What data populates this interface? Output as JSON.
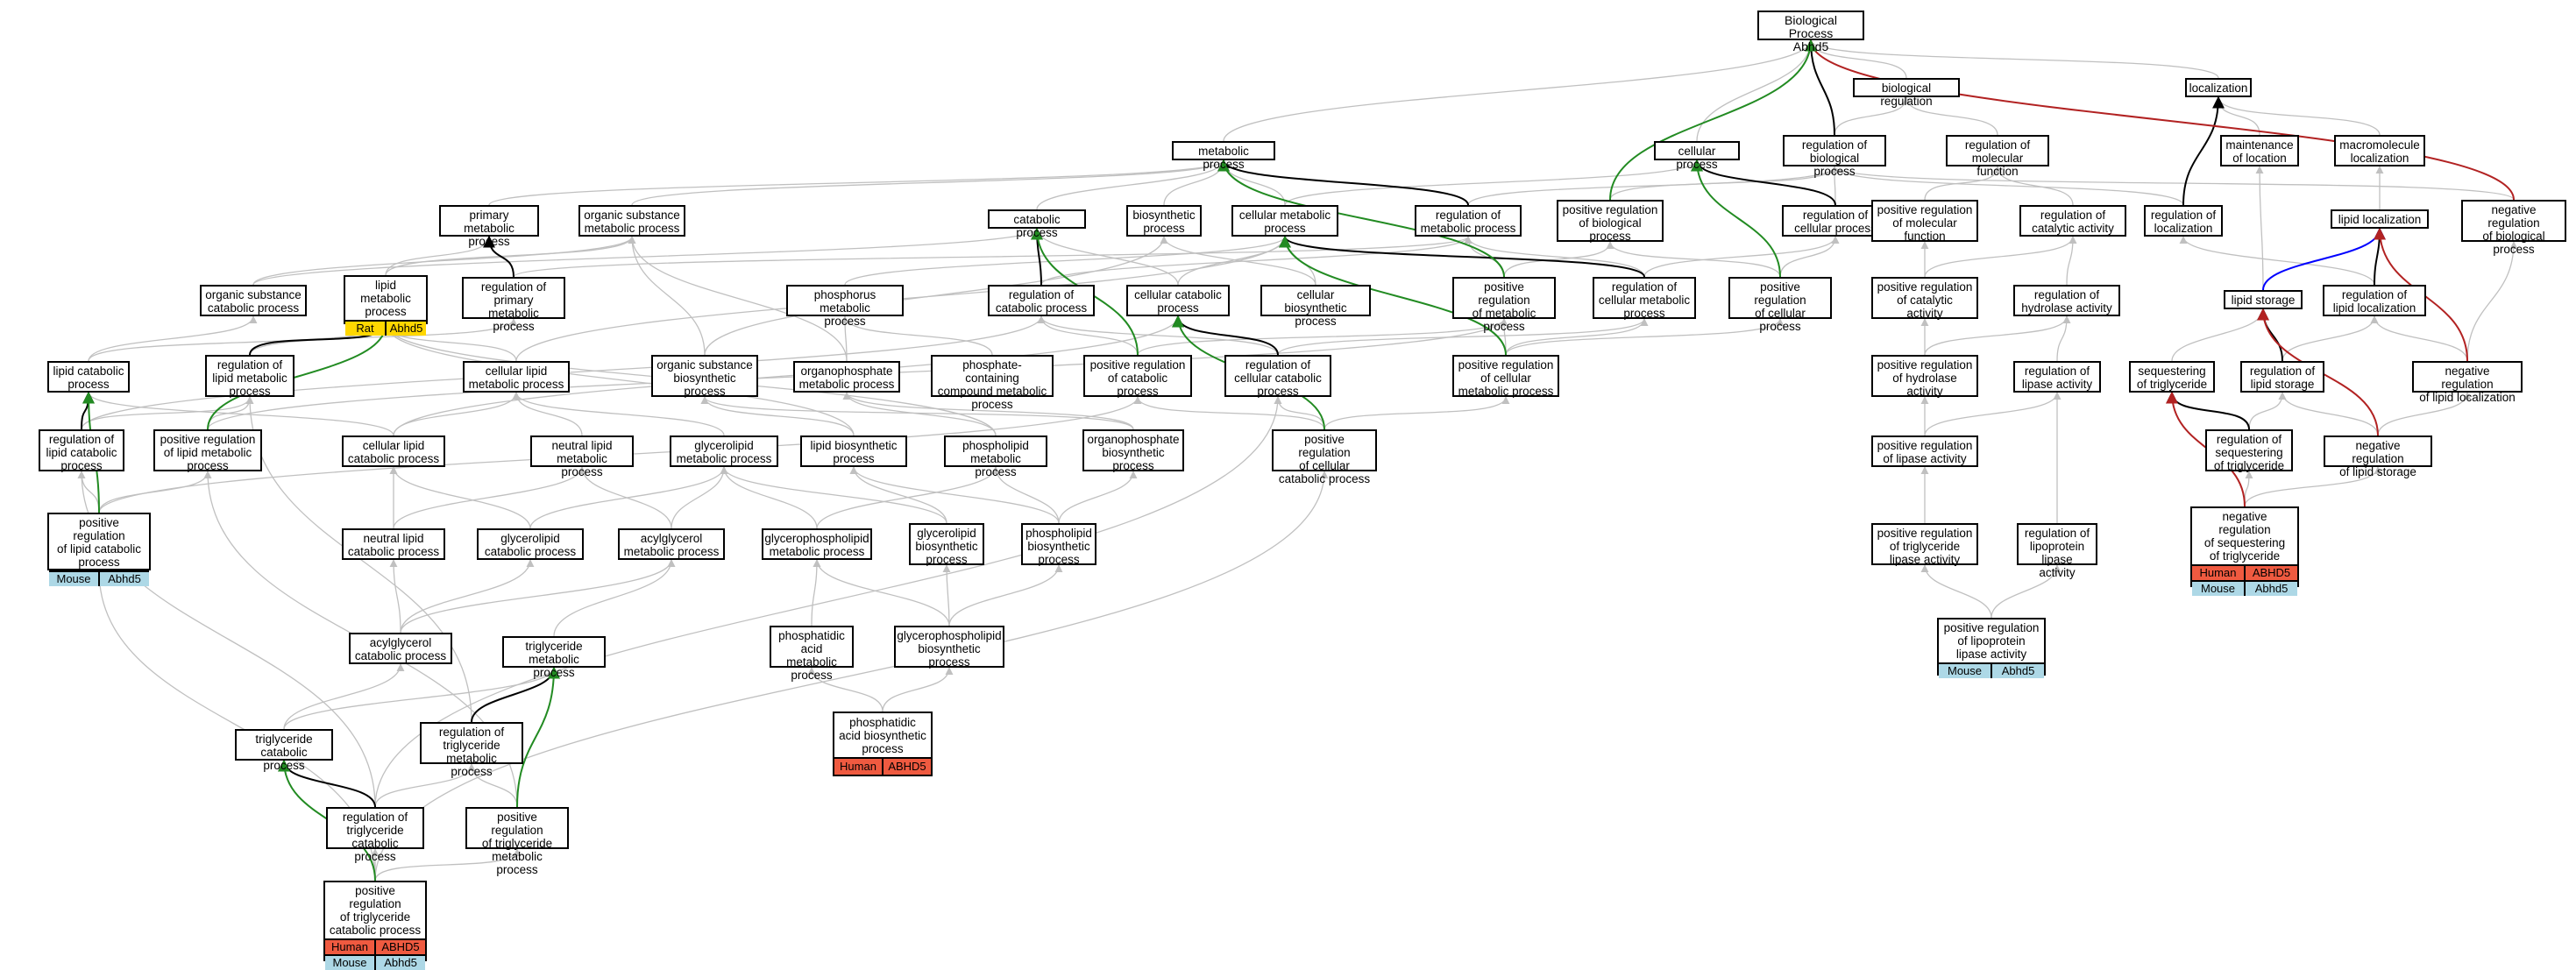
{
  "title": "Biological Process",
  "subtitle": "Abhd5",
  "colors": {
    "Human": "#ef5a40",
    "Mouse": "#add8e6",
    "Rat": "#ffd700",
    "edge_default": "#c0c0c0",
    "edge_positive": "#228b22",
    "edge_negative": "#b22222",
    "edge_part": "#000000",
    "edge_blue": "#0000ff"
  },
  "nodes": [
    {
      "id": "root",
      "label": "Biological Process\nAbhd5"
    },
    {
      "id": "bioreg",
      "label": "biological regulation"
    },
    {
      "id": "loc",
      "label": "localization"
    },
    {
      "id": "metab",
      "label": "metabolic process"
    },
    {
      "id": "cellproc",
      "label": "cellular process"
    },
    {
      "id": "regbio",
      "label": "regulation of\nbiological process"
    },
    {
      "id": "regmolfun",
      "label": "regulation of\nmolecular function"
    },
    {
      "id": "maintloc",
      "label": "maintenance\nof location"
    },
    {
      "id": "macroloc",
      "label": "macromolecule\nlocalization"
    },
    {
      "id": "primmet",
      "label": "primary metabolic\nprocess"
    },
    {
      "id": "orgsubmet",
      "label": "organic substance\nmetabolic process"
    },
    {
      "id": "catab",
      "label": "catabolic process"
    },
    {
      "id": "biosyn",
      "label": "biosynthetic\nprocess"
    },
    {
      "id": "cellmet",
      "label": "cellular metabolic\nprocess"
    },
    {
      "id": "regmet",
      "label": "regulation of\nmetabolic process"
    },
    {
      "id": "posregbio",
      "label": "positive regulation\nof biological\nprocess"
    },
    {
      "id": "regcell",
      "label": "regulation of\ncellular process"
    },
    {
      "id": "posregmolfun",
      "label": "positive regulation\nof molecular\nfunction"
    },
    {
      "id": "regcatact",
      "label": "regulation of\ncatalytic activity"
    },
    {
      "id": "regloc",
      "label": "regulation of\nlocalization"
    },
    {
      "id": "lipidloc",
      "label": "lipid localization"
    },
    {
      "id": "negregbio",
      "label": "negative regulation\nof biological\nprocess"
    },
    {
      "id": "orgsubcat",
      "label": "organic substance\ncatabolic process"
    },
    {
      "id": "lipidmet",
      "label": "lipid metabolic\nprocess",
      "ann": [
        [
          "Rat",
          "Abhd5"
        ]
      ]
    },
    {
      "id": "regprimmet",
      "label": "regulation of\nprimary metabolic\nprocess"
    },
    {
      "id": "phosphmet",
      "label": "phosphorus metabolic\nprocess"
    },
    {
      "id": "regcatab",
      "label": "regulation of\ncatabolic process"
    },
    {
      "id": "cellcat",
      "label": "cellular catabolic\nprocess"
    },
    {
      "id": "cellbiosyn",
      "label": "cellular biosynthetic\nprocess"
    },
    {
      "id": "posregmet",
      "label": "positive regulation\nof metabolic\nprocess"
    },
    {
      "id": "regcellmet",
      "label": "regulation of\ncellular metabolic\nprocess"
    },
    {
      "id": "posregcell",
      "label": "positive regulation\nof cellular\nprocess"
    },
    {
      "id": "posregcatact",
      "label": "positive regulation\nof catalytic\nactivity"
    },
    {
      "id": "reghydact",
      "label": "regulation of\nhydrolase activity"
    },
    {
      "id": "lipidstor",
      "label": "lipid storage"
    },
    {
      "id": "reglipidloc",
      "label": "regulation of\nlipid localization"
    },
    {
      "id": "lipidcat",
      "label": "lipid catabolic\nprocess"
    },
    {
      "id": "reglipidmet",
      "label": "regulation of\nlipid metabolic\nprocess"
    },
    {
      "id": "celllipidmet",
      "label": "cellular lipid\nmetabolic process"
    },
    {
      "id": "orgsubbiosyn",
      "label": "organic substance\nbiosynthetic\nprocess"
    },
    {
      "id": "orgphosmet",
      "label": "organophosphate\nmetabolic process"
    },
    {
      "id": "phoscontmet",
      "label": "phosphate-containing\ncompound metabolic\nprocess"
    },
    {
      "id": "posregcatab",
      "label": "positive regulation\nof catabolic\nprocess"
    },
    {
      "id": "regcellcat",
      "label": "regulation of\ncellular catabolic\nprocess"
    },
    {
      "id": "posregcellmet",
      "label": "positive regulation\nof cellular\nmetabolic process"
    },
    {
      "id": "posreghydact",
      "label": "positive regulation\nof hydrolase\nactivity"
    },
    {
      "id": "reglipaseact",
      "label": "regulation of\nlipase activity"
    },
    {
      "id": "seqtri",
      "label": "sequestering\nof triglyceride"
    },
    {
      "id": "reglipidstor",
      "label": "regulation of\nlipid storage"
    },
    {
      "id": "negreglipidloc",
      "label": "negative regulation\nof lipid localization"
    },
    {
      "id": "regliptcat",
      "label": "regulation of\nlipid catabolic\nprocess"
    },
    {
      "id": "posreglipidmet",
      "label": "positive regulation\nof lipid metabolic\nprocess"
    },
    {
      "id": "celllipidcat",
      "label": "cellular lipid\ncatabolic process"
    },
    {
      "id": "neutlipidmet",
      "label": "neutral lipid\nmetabolic process"
    },
    {
      "id": "glyclipmet",
      "label": "glycerolipid\nmetabolic process"
    },
    {
      "id": "lipidbiosyn",
      "label": "lipid biosynthetic\nprocess"
    },
    {
      "id": "phoslipmet",
      "label": "phospholipid\nmetabolic process"
    },
    {
      "id": "orgphosbiosyn",
      "label": "organophosphate\nbiosynthetic\nprocess"
    },
    {
      "id": "posregcellcat",
      "label": "positive regulation\nof cellular\ncatabolic process"
    },
    {
      "id": "posreglipaseact",
      "label": "positive regulation\nof lipase activity"
    },
    {
      "id": "regseqtri",
      "label": "regulation of\nsequestering\nof triglyceride"
    },
    {
      "id": "negreglipidstor",
      "label": "negative regulation\nof lipid storage"
    },
    {
      "id": "posreglipcat",
      "label": "positive regulation\nof lipid catabolic\nprocess",
      "ann": [
        [
          "Mouse",
          "Abhd5"
        ]
      ]
    },
    {
      "id": "neutlipcat",
      "label": "neutral lipid\ncatabolic process"
    },
    {
      "id": "glyclipcat",
      "label": "glycerolipid\ncatabolic process"
    },
    {
      "id": "acylglymet",
      "label": "acylglycerol\nmetabolic process"
    },
    {
      "id": "glycphosmet",
      "label": "glycerophospholipid\nmetabolic process"
    },
    {
      "id": "glyclipbiosyn",
      "label": "glycerolipid\nbiosynthetic\nprocess"
    },
    {
      "id": "phoslipbiosyn",
      "label": "phospholipid\nbiosynthetic\nprocess"
    },
    {
      "id": "negregseqtri",
      "label": "negative regulation\nof sequestering\nof triglyceride",
      "ann": [
        [
          "Human",
          "ABHD5"
        ],
        [
          "Mouse",
          "Abhd5"
        ]
      ]
    },
    {
      "id": "posregtrilipase",
      "label": "positive regulation\nof triglyceride\nlipase activity"
    },
    {
      "id": "reglipolipase",
      "label": "regulation of\nlipoprotein\nlipase activity"
    },
    {
      "id": "acylglycat",
      "label": "acylglycerol\ncatabolic process"
    },
    {
      "id": "trimet",
      "label": "triglyceride\nmetabolic process"
    },
    {
      "id": "phosacidmet",
      "label": "phosphatidic\nacid metabolic\nprocess"
    },
    {
      "id": "glycphosbiosyn",
      "label": "glycerophospholipid\nbiosynthetic\nprocess"
    },
    {
      "id": "posreglipolipase",
      "label": "positive regulation\nof lipoprotein\nlipase activity",
      "ann": [
        [
          "Mouse",
          "Abhd5"
        ]
      ]
    },
    {
      "id": "phosacidbiosyn",
      "label": "phosphatidic\nacid biosynthetic\nprocess",
      "ann": [
        [
          "Human",
          "ABHD5"
        ]
      ]
    },
    {
      "id": "tricat",
      "label": "triglyceride\ncatabolic process"
    },
    {
      "id": "regtrimet",
      "label": "regulation of\ntriglyceride\nmetabolic process"
    },
    {
      "id": "regtricat",
      "label": "regulation of\ntriglyceride\ncatabolic process"
    },
    {
      "id": "posregtrimet",
      "label": "positive regulation\nof triglyceride\nmetabolic process"
    },
    {
      "id": "posregtricat",
      "label": "positive regulation\nof triglyceride\ncatabolic process",
      "ann": [
        [
          "Human",
          "ABHD5"
        ],
        [
          "Mouse",
          "Abhd5"
        ]
      ]
    }
  ],
  "edges": [
    [
      "bioreg",
      "root",
      "is_a"
    ],
    [
      "loc",
      "root",
      "is_a"
    ],
    [
      "metab",
      "root",
      "is_a"
    ],
    [
      "cellproc",
      "root",
      "is_a"
    ],
    [
      "regbio",
      "root",
      "part_of"
    ],
    [
      "posregbio",
      "root",
      "positively_regulates"
    ],
    [
      "negregbio",
      "root",
      "negatively_regulates"
    ],
    [
      "regbio",
      "bioreg",
      "is_a"
    ],
    [
      "regmolfun",
      "bioreg",
      "is_a"
    ],
    [
      "maintloc",
      "loc",
      "is_a"
    ],
    [
      "macroloc",
      "loc",
      "is_a"
    ],
    [
      "regloc",
      "loc",
      "part_of"
    ],
    [
      "primmet",
      "metab",
      "is_a"
    ],
    [
      "orgsubmet",
      "metab",
      "is_a"
    ],
    [
      "catab",
      "metab",
      "is_a"
    ],
    [
      "biosyn",
      "metab",
      "is_a"
    ],
    [
      "cellmet",
      "metab",
      "is_a"
    ],
    [
      "regmet",
      "metab",
      "part_of"
    ],
    [
      "posregmet",
      "metab",
      "positively_regulates"
    ],
    [
      "cellmet",
      "cellproc",
      "is_a"
    ],
    [
      "regcell",
      "cellproc",
      "part_of"
    ],
    [
      "posregcell",
      "cellproc",
      "positively_regulates"
    ],
    [
      "regmet",
      "regbio",
      "is_a"
    ],
    [
      "regcell",
      "regbio",
      "is_a"
    ],
    [
      "posregbio",
      "regbio",
      "is_a"
    ],
    [
      "regloc",
      "regbio",
      "is_a"
    ],
    [
      "negregbio",
      "regbio",
      "is_a"
    ],
    [
      "posregmolfun",
      "regmolfun",
      "is_a"
    ],
    [
      "regcatact",
      "regmolfun",
      "is_a"
    ],
    [
      "lipidloc",
      "macroloc",
      "is_a"
    ],
    [
      "lipidstor",
      "maintloc",
      "is_a"
    ],
    [
      "regprimmet",
      "primmet",
      "part_of"
    ],
    [
      "lipidmet",
      "primmet",
      "is_a"
    ],
    [
      "lipidmet",
      "orgsubmet",
      "is_a"
    ],
    [
      "orgsubcat",
      "orgsubmet",
      "is_a"
    ],
    [
      "orgsubcat",
      "catab",
      "is_a"
    ],
    [
      "regcatab",
      "catab",
      "part_of"
    ],
    [
      "posregcatab",
      "catab",
      "positively_regulates"
    ],
    [
      "cellcat",
      "cellmet",
      "is_a"
    ],
    [
      "cellcat",
      "catab",
      "is_a"
    ],
    [
      "cellbiosyn",
      "cellmet",
      "is_a"
    ],
    [
      "cellbiosyn",
      "biosyn",
      "is_a"
    ],
    [
      "regcellmet",
      "cellmet",
      "part_of"
    ],
    [
      "posregcellmet",
      "cellmet",
      "positively_regulates"
    ],
    [
      "regprimmet",
      "regmet",
      "is_a"
    ],
    [
      "regcatab",
      "regmet",
      "is_a"
    ],
    [
      "posregmet",
      "regmet",
      "is_a"
    ],
    [
      "regcellmet",
      "regmet",
      "is_a"
    ],
    [
      "regcellmet",
      "regcell",
      "is_a"
    ],
    [
      "posregmet",
      "posregbio",
      "is_a"
    ],
    [
      "posregcell",
      "posregbio",
      "is_a"
    ],
    [
      "posregcell",
      "regcell",
      "is_a"
    ],
    [
      "posregcellmet",
      "posregcell",
      "is_a"
    ],
    [
      "posregcatact",
      "posregmolfun",
      "is_a"
    ],
    [
      "posregcatact",
      "regcatact",
      "is_a"
    ],
    [
      "reghydact",
      "regcatact",
      "is_a"
    ],
    [
      "posreghydact",
      "posregcatact",
      "is_a"
    ],
    [
      "posreghydact",
      "reghydact",
      "is_a"
    ],
    [
      "reglipaseact",
      "reghydact",
      "is_a"
    ],
    [
      "posreglipaseact",
      "posreghydact",
      "is_a"
    ],
    [
      "posreglipaseact",
      "reglipaseact",
      "is_a"
    ],
    [
      "posregtrilipase",
      "posreglipaseact",
      "is_a"
    ],
    [
      "reglipolipase",
      "reglipaseact",
      "is_a"
    ],
    [
      "posreglipolipase",
      "posregtrilipase",
      "is_a"
    ],
    [
      "posreglipolipase",
      "reglipolipase",
      "is_a"
    ],
    [
      "lipidstor",
      "lipidloc",
      "negatively_regulates_blue"
    ],
    [
      "reglipidloc",
      "lipidloc",
      "part_of"
    ],
    [
      "negreglipidloc",
      "lipidloc",
      "negatively_regulates"
    ],
    [
      "reglipidloc",
      "regloc",
      "is_a"
    ],
    [
      "negreglipidloc",
      "reglipidloc",
      "is_a"
    ],
    [
      "negreglipidloc",
      "negregbio",
      "is_a"
    ],
    [
      "reglipidstor",
      "lipidstor",
      "part_of"
    ],
    [
      "negreglipidstor",
      "lipidstor",
      "negatively_regulates"
    ],
    [
      "seqtri",
      "lipidstor",
      "is_a"
    ],
    [
      "reglipidstor",
      "reglipidloc",
      "is_a"
    ],
    [
      "negreglipidstor",
      "reglipidstor",
      "is_a"
    ],
    [
      "negreglipidstor",
      "negreglipidloc",
      "is_a"
    ],
    [
      "regseqtri",
      "seqtri",
      "part_of"
    ],
    [
      "negregseqtri",
      "seqtri",
      "negatively_regulates"
    ],
    [
      "regseqtri",
      "reglipidstor",
      "is_a"
    ],
    [
      "negregseqtri",
      "regseqtri",
      "is_a"
    ],
    [
      "negregseqtri",
      "negreglipidstor",
      "is_a"
    ],
    [
      "lipidcat",
      "lipidmet",
      "is_a"
    ],
    [
      "lipidcat",
      "orgsubcat",
      "is_a"
    ],
    [
      "reglipidmet",
      "lipidmet",
      "part_of"
    ],
    [
      "posreglipidmet",
      "lipidmet",
      "positively_regulates"
    ],
    [
      "celllipidmet",
      "lipidmet",
      "is_a"
    ],
    [
      "celllipidmet",
      "cellmet",
      "is_a"
    ],
    [
      "reglipidmet",
      "regprimmet",
      "is_a"
    ],
    [
      "phosphmet",
      "cellmet",
      "is_a"
    ],
    [
      "phoscontmet",
      "phosphmet",
      "is_a"
    ],
    [
      "orgphosmet",
      "phosphmet",
      "is_a"
    ],
    [
      "orgphosmet",
      "orgsubmet",
      "is_a"
    ],
    [
      "orgsubbiosyn",
      "orgsubmet",
      "is_a"
    ],
    [
      "orgsubbiosyn",
      "biosyn",
      "is_a"
    ],
    [
      "posregcatab",
      "regcatab",
      "is_a"
    ],
    [
      "posregcatab",
      "posregmet",
      "is_a"
    ],
    [
      "regcellcat",
      "regcatab",
      "is_a"
    ],
    [
      "regcellcat",
      "cellcat",
      "part_of"
    ],
    [
      "regcellcat",
      "regcellmet",
      "is_a"
    ],
    [
      "posregcellcat",
      "cellcat",
      "positively_regulates"
    ],
    [
      "posregcellcat",
      "regcellcat",
      "is_a"
    ],
    [
      "posregcellcat",
      "posregcatab",
      "is_a"
    ],
    [
      "posregcellcat",
      "posregcellmet",
      "is_a"
    ],
    [
      "posregcellmet",
      "regcellmet",
      "is_a"
    ],
    [
      "posregcellmet",
      "posregmet",
      "is_a"
    ],
    [
      "regliptcat",
      "lipidcat",
      "part_of"
    ],
    [
      "posreglipcat",
      "lipidcat",
      "positively_regulates"
    ],
    [
      "regliptcat",
      "reglipidmet",
      "is_a"
    ],
    [
      "regliptcat",
      "regcatab",
      "is_a"
    ],
    [
      "posreglipcat",
      "regliptcat",
      "is_a"
    ],
    [
      "posreglipcat",
      "posreglipidmet",
      "is_a"
    ],
    [
      "posreglipcat",
      "posregcatab",
      "is_a"
    ],
    [
      "posreglipidmet",
      "reglipidmet",
      "is_a"
    ],
    [
      "posreglipidmet",
      "posregmet",
      "is_a"
    ],
    [
      "celllipidcat",
      "lipidcat",
      "is_a"
    ],
    [
      "celllipidcat",
      "celllipidmet",
      "is_a"
    ],
    [
      "celllipidcat",
      "cellcat",
      "is_a"
    ],
    [
      "neutlipidmet",
      "celllipidmet",
      "is_a"
    ],
    [
      "glyclipmet",
      "celllipidmet",
      "is_a"
    ],
    [
      "lipidbiosyn",
      "lipidmet",
      "is_a"
    ],
    [
      "lipidbiosyn",
      "orgsubbiosyn",
      "is_a"
    ],
    [
      "phoslipmet",
      "lipidmet",
      "is_a"
    ],
    [
      "phoslipmet",
      "orgphosmet",
      "is_a"
    ],
    [
      "orgphosbiosyn",
      "orgphosmet",
      "is_a"
    ],
    [
      "orgphosbiosyn",
      "orgsubbiosyn",
      "is_a"
    ],
    [
      "neutlipcat",
      "neutlipidmet",
      "is_a"
    ],
    [
      "neutlipcat",
      "celllipidcat",
      "is_a"
    ],
    [
      "glyclipcat",
      "glyclipmet",
      "is_a"
    ],
    [
      "glyclipcat",
      "celllipidcat",
      "is_a"
    ],
    [
      "acylglymet",
      "neutlipidmet",
      "is_a"
    ],
    [
      "acylglymet",
      "glyclipmet",
      "is_a"
    ],
    [
      "glycphosmet",
      "glyclipmet",
      "is_a"
    ],
    [
      "glycphosmet",
      "phoslipmet",
      "is_a"
    ],
    [
      "glyclipbiosyn",
      "glyclipmet",
      "is_a"
    ],
    [
      "glyclipbiosyn",
      "lipidbiosyn",
      "is_a"
    ],
    [
      "phoslipbiosyn",
      "phoslipmet",
      "is_a"
    ],
    [
      "phoslipbiosyn",
      "lipidbiosyn",
      "is_a"
    ],
    [
      "phoslipbiosyn",
      "orgphosbiosyn",
      "is_a"
    ],
    [
      "acylglycat",
      "acylglymet",
      "is_a"
    ],
    [
      "acylglycat",
      "neutlipcat",
      "is_a"
    ],
    [
      "acylglycat",
      "glyclipcat",
      "is_a"
    ],
    [
      "trimet",
      "acylglymet",
      "is_a"
    ],
    [
      "phosacidmet",
      "glycphosmet",
      "is_a"
    ],
    [
      "glycphosbiosyn",
      "glycphosmet",
      "is_a"
    ],
    [
      "glycphosbiosyn",
      "glyclipbiosyn",
      "is_a"
    ],
    [
      "glycphosbiosyn",
      "phoslipbiosyn",
      "is_a"
    ],
    [
      "phosacidbiosyn",
      "phosacidmet",
      "is_a"
    ],
    [
      "phosacidbiosyn",
      "glycphosbiosyn",
      "is_a"
    ],
    [
      "tricat",
      "trimet",
      "is_a"
    ],
    [
      "tricat",
      "acylglycat",
      "is_a"
    ],
    [
      "regtrimet",
      "trimet",
      "part_of"
    ],
    [
      "regtrimet",
      "reglipidmet",
      "is_a"
    ],
    [
      "regtricat",
      "tricat",
      "part_of"
    ],
    [
      "regtricat",
      "regtrimet",
      "is_a"
    ],
    [
      "regtricat",
      "regliptcat",
      "is_a"
    ],
    [
      "regtricat",
      "regcellcat",
      "is_a"
    ],
    [
      "posregtrimet",
      "trimet",
      "positively_regulates"
    ],
    [
      "posregtrimet",
      "regtrimet",
      "is_a"
    ],
    [
      "posregtrimet",
      "posreglipidmet",
      "is_a"
    ],
    [
      "posregtricat",
      "tricat",
      "positively_regulates"
    ],
    [
      "posregtricat",
      "regtricat",
      "is_a"
    ],
    [
      "posregtricat",
      "posregtrimet",
      "is_a"
    ],
    [
      "posregtricat",
      "posreglipcat",
      "is_a"
    ],
    [
      "posregtricat",
      "posregcellcat",
      "is_a"
    ]
  ]
}
